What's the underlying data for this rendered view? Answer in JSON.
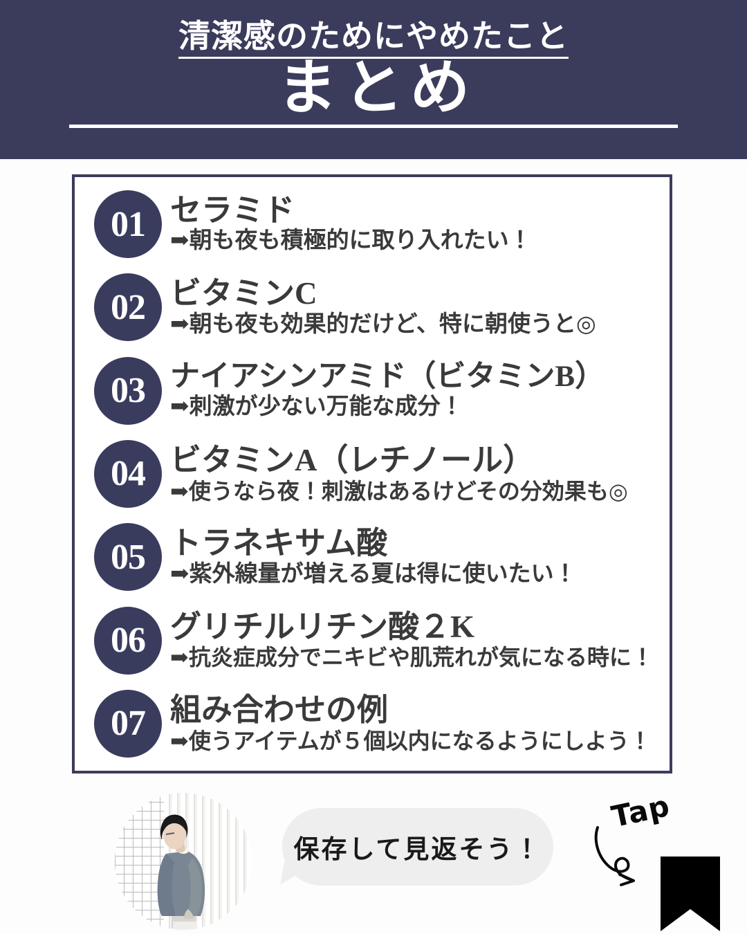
{
  "header": {
    "kicker": "清潔感のためにやめたこと",
    "title": "まとめ",
    "bg_color": "#3b3c5c",
    "text_color": "#ffffff"
  },
  "list": {
    "border_color": "#3b3c5c",
    "badge_color": "#3a3c5e",
    "text_color": "#3a3a3a",
    "items": [
      {
        "number": "01",
        "title": "セラミド",
        "sub": "➡朝も夜も積極的に取り入れたい！"
      },
      {
        "number": "02",
        "title": "ビタミンC",
        "sub": "➡朝も夜も効果的だけど、特に朝使うと◎"
      },
      {
        "number": "03",
        "title": "ナイアシンアミド（ビタミンB）",
        "sub": "➡刺激が少ない万能な成分！"
      },
      {
        "number": "04",
        "title": "ビタミンA（レチノール）",
        "sub": "➡使うなら夜！刺激はあるけどその分効果も◎"
      },
      {
        "number": "05",
        "title": "トラネキサム酸",
        "sub": "➡紫外線量が増える夏は得に使いたい！"
      },
      {
        "number": "06",
        "title": "グリチルリチン酸２K",
        "sub": "➡抗炎症成分でニキビや肌荒れが気になる時に！"
      },
      {
        "number": "07",
        "title": "組み合わせの例",
        "sub": "➡使うアイテムが５個以内になるようにしよう！"
      }
    ]
  },
  "footer": {
    "photo_alt": "profile-photo-person-side-view",
    "bubble_text": "保存して見返そう！",
    "bubble_color": "#eeeeee",
    "tap_label": "Tap",
    "bookmark_color": "#000000"
  }
}
